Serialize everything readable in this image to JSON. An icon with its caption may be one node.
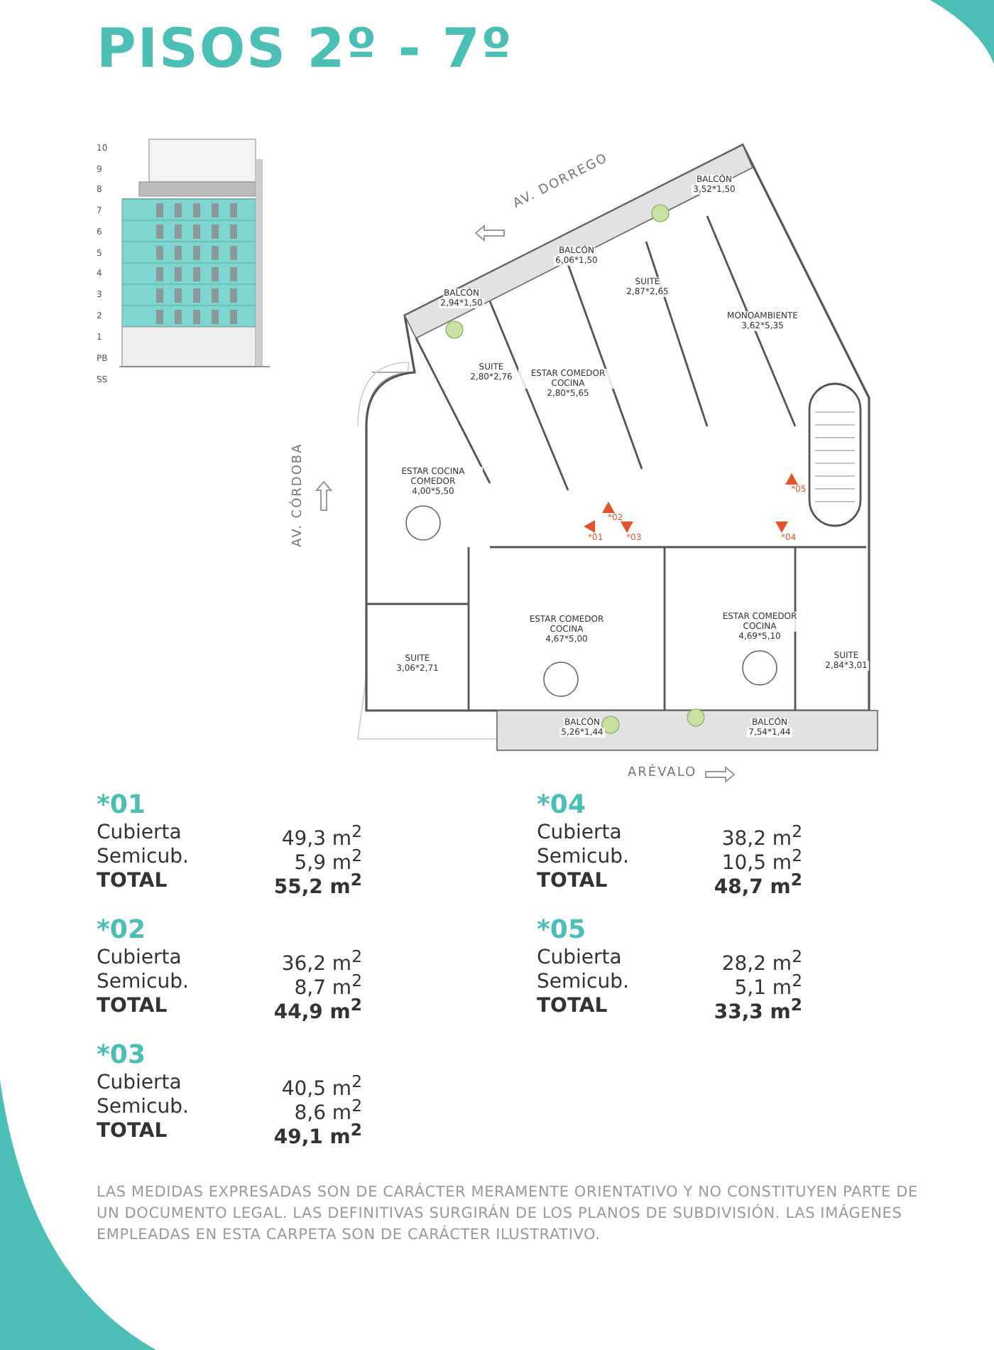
{
  "diagram": {
    "title": "PISOS 2º - 7º",
    "caption": "LAS MEDIDAS EXPRESADAS SON DE CARÁCTER MERAMENTE ORIENTATIVO Y NO CONSTITUYEN PARTE DE UN DOCUMENTO LEGAL. LAS DEFINITIVAS SURGIRÁN DE LOS PLANOS DE SUBDIVISIÓN. LAS IMÁGENES EMPLEADAS EN ESTA CARPETA SON DE CARÁCTER ILUSTRATIVO.",
    "nodes": [
      {
        "text": [
          "BALCÓN",
          "3,52*1,50"
        ]
      },
      {
        "text": [
          "BALCÓN",
          "6,06*1,50"
        ]
      },
      {
        "text": [
          "SUITE",
          "2,87*2,65"
        ]
      },
      {
        "text": [
          "BALCÓN",
          "2,94*1,50"
        ]
      },
      {
        "text": [
          "MONOAMBIENTE",
          "3,62*5,35"
        ]
      },
      {
        "text": [
          "SUITE",
          "2,80*2,76"
        ]
      },
      {
        "text": [
          "ESTAR COMEDOR COCINA",
          "2,80*5,65"
        ]
      },
      {
        "text": [
          "ESTAR COCINA COMEDOR",
          "4,00*5,50"
        ]
      },
      {
        "text": [
          "ESTAR COMEDOR COCINA",
          "4,67*5,00"
        ]
      },
      {
        "text": [
          "ESTAR COMEDOR COCINA",
          "4,69*5,10"
        ]
      },
      {
        "text": [
          "SUITE",
          "3,06*2,71"
        ]
      },
      {
        "text": [
          "SUITE",
          "2,84*3,01"
        ]
      },
      {
        "text": [
          "BALCÓN",
          "5,26*1,44"
        ]
      },
      {
        "text": [
          "BALCÓN",
          "7,54*1,44"
        ]
      }
    ],
    "labels": [
      "10",
      "9",
      "8",
      "7",
      "6",
      "5",
      "4",
      "3",
      "2",
      "1",
      "PB",
      "SS",
      "AV. DORREGO",
      "*05",
      "*02",
      "*01",
      "*03",
      "*04",
      "AV. CÓRDOBA",
      "ARÉVALO",
      "*01",
      "Cubierta",
      "49,3 m$^{2}$",
      "Semicub.",
      "5,9 m$^{2}$",
      "TOTAL",
      "55,2 m$^{2}$",
      "*02",
      "Cubierta",
      "36,2 m$^{2}$",
      "Semicub.",
      "8,7 m$^{2}$",
      "TOTAL",
      "44,9 m$^{2}$",
      "*03",
      "Cubierta",
      "40,5 m$^{2}$",
      "Semicub.",
      "8,6 m$^{2}$",
      "TOTAL",
      "49,1 m$^{2}$",
      "*04",
      "Cubierta",
      "38,2 m$^{2}$",
      "Semicub.",
      "10,5 m$^{2}$",
      "TOTAL",
      "48,7 m$^{2}$",
      "*05",
      "Cubierta",
      "28,2 m$^{2}$",
      "Semicub.",
      "5,1 m$^{2}$",
      "TOTAL",
      "33,3 m$^{2}$"
    ]
  }
}
